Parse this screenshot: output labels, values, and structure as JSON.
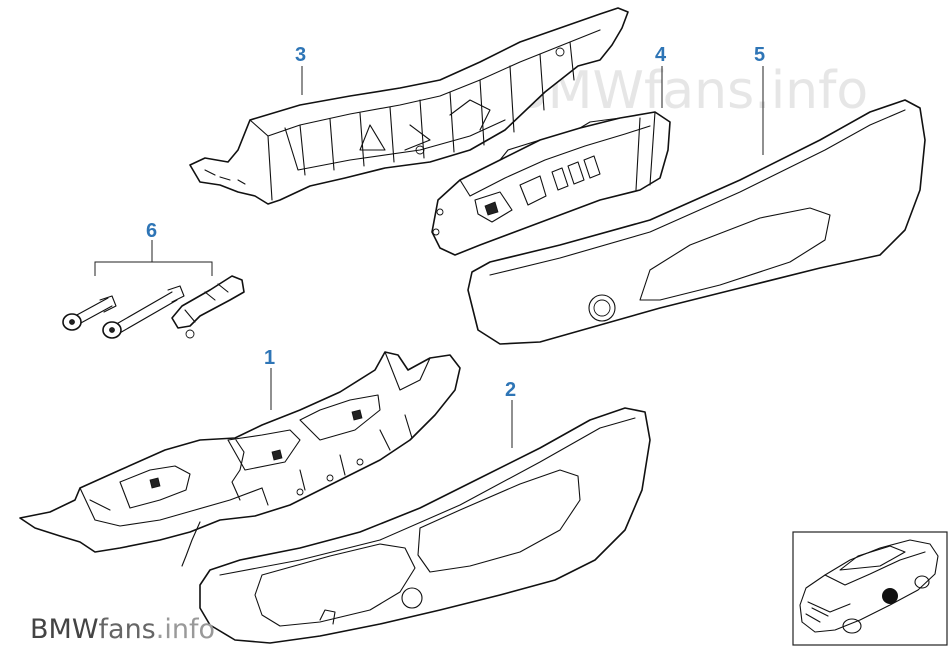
{
  "diagram": {
    "accent_color": "#2e75b6",
    "callouts": [
      {
        "id": "callout-1",
        "label": "1"
      },
      {
        "id": "callout-2",
        "label": "2"
      },
      {
        "id": "callout-3",
        "label": "3"
      },
      {
        "id": "callout-4",
        "label": "4"
      },
      {
        "id": "callout-5",
        "label": "5"
      },
      {
        "id": "callout-6",
        "label": "6"
      }
    ],
    "parts": [
      "seat-switch-assembly",
      "outer-trim-panel",
      "seat-frame-bracket",
      "switch-module",
      "side-trim-cover",
      "fastener-set"
    ]
  },
  "watermark": {
    "main": "BMWfans.info",
    "corner_brand": "BMW",
    "corner_site": "fans",
    "corner_tld": ".info"
  },
  "thumbnail": {
    "icon": "car-location-icon",
    "marker_color": "#111111"
  }
}
